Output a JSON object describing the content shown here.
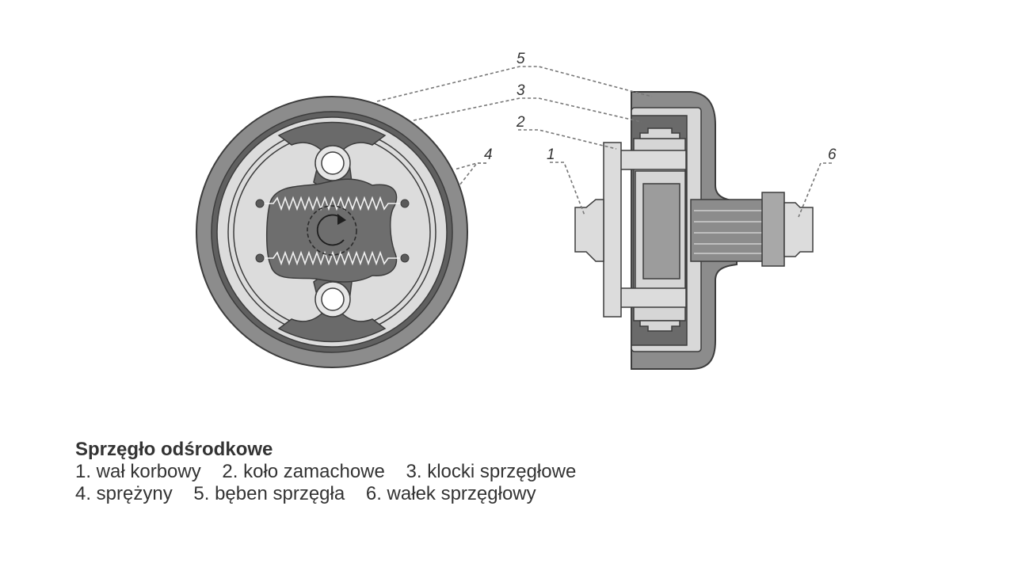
{
  "title": "Sprzęgło odśrodkowe",
  "callouts": [
    "1",
    "2",
    "3",
    "4",
    "5",
    "6"
  ],
  "legend_rows": [
    [
      "1. wał korbowy",
      "2. koło zamachowe",
      "3. klocki sprzęgłowe"
    ],
    [
      "4. sprężyny",
      "5. bęben sprzęgła",
      "6. wałek sprzęgłowy"
    ]
  ],
  "colors": {
    "drum": "#8a8a8a",
    "drum_dark": "#5e5e5e",
    "shoe": "#696969",
    "light": "#d6d6d6",
    "hub": "#6e6e6e",
    "outline": "#3c3c3c",
    "text": "#333333"
  }
}
